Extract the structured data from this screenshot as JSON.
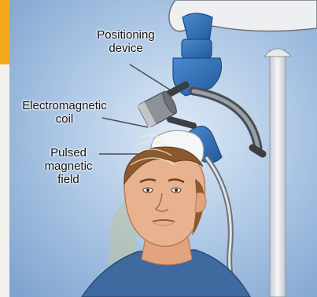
{
  "labels": {
    "positioning_device": "Positioning\ndevice",
    "electromagnetic_coil": "Electromagnetic\ncoil",
    "pulsed_magnetic_field": "Pulsed\nmagnetic\nfield"
  },
  "colors": {
    "background_blue": "#8fb2d9",
    "device_blue": "#2f6fb6",
    "pole_gray": "#e1e3e6",
    "skin": "#e9b28e",
    "hair": "#8a5a2e",
    "shirt_blue": "#3e6aa0",
    "left_accent": "#f4a91c"
  }
}
